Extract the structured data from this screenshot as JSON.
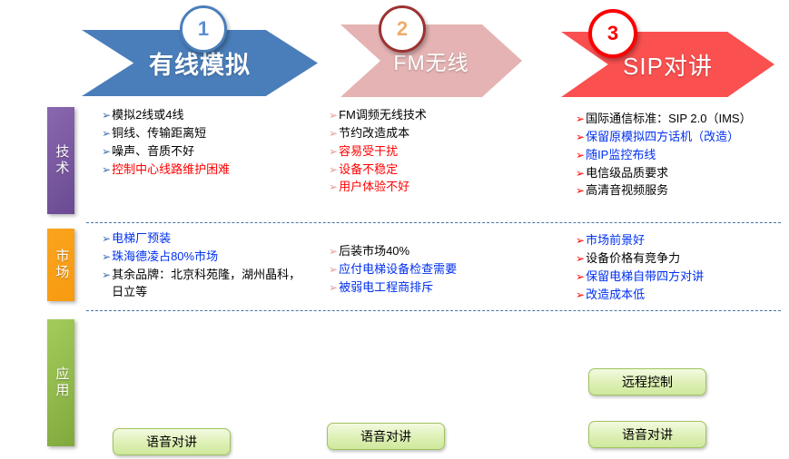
{
  "columns": [
    {
      "number": "1",
      "title": "有线模拟",
      "technology": [
        {
          "text": "模拟2线或4线",
          "color": "black"
        },
        {
          "text": "铜线、传输距离短",
          "color": "black"
        },
        {
          "text": "噪声、音质不好",
          "color": "black"
        },
        {
          "text": "控制中心线路维护困难",
          "color": "red"
        }
      ],
      "market": [
        {
          "text": "电梯厂预装",
          "color": "blue"
        },
        {
          "text": "珠海德凌占80%市场",
          "color": "blue"
        },
        {
          "text": "其余品牌：北京科苑隆，湖州晶科，日立等",
          "color": "black"
        }
      ],
      "applications": [
        "语音对讲"
      ]
    },
    {
      "number": "2",
      "title": "FM无线",
      "technology": [
        {
          "text": "FM调频无线技术",
          "color": "black"
        },
        {
          "text": "节约改造成本",
          "color": "black"
        },
        {
          "text": "容易受干扰",
          "color": "red"
        },
        {
          "text": "设备不稳定",
          "color": "red"
        },
        {
          "text": "用户体验不好",
          "color": "red"
        }
      ],
      "market": [
        {
          "text": "后装市场40%",
          "color": "black"
        },
        {
          "text": "应付电梯设备检查需要",
          "color": "blue"
        },
        {
          "text": "被弱电工程商排斥",
          "color": "blue"
        }
      ],
      "applications": [
        "语音对讲"
      ]
    },
    {
      "number": "3",
      "title": "SIP对讲",
      "technology": [
        {
          "text": "国际通信标准：SIP 2.0（IMS）",
          "color": "black"
        },
        {
          "text": "保留原模拟四方话机（改造）",
          "color": "blue"
        },
        {
          "text": "随IP监控布线",
          "color": "blue"
        },
        {
          "text": "电信级品质要求",
          "color": "black"
        },
        {
          "text": "高清音视频服务",
          "color": "black"
        }
      ],
      "market": [
        {
          "text": "市场前景好",
          "color": "blue"
        },
        {
          "text": "设备价格有竞争力",
          "color": "black"
        },
        {
          "text": "保留电梯自带四方对讲",
          "color": "blue"
        },
        {
          "text": "改造成本低",
          "color": "blue"
        }
      ],
      "applications": [
        "远程控制",
        "语音对讲"
      ]
    }
  ],
  "side_labels": {
    "technology": "技术",
    "market": "市场",
    "application": "应用"
  },
  "bullet_glyph": "➢",
  "colors": {
    "arrow_1": "#4a7ebb",
    "arrow_2": "#e5b3b3",
    "arrow_3": "#fa5050",
    "side_technology": "#6a4a92",
    "side_market": "#fba41e",
    "side_application": "#8fbc45",
    "divider": "#4472a8",
    "button_fill": "#ddf0b5",
    "text_red": "#ff0000",
    "text_blue": "#0030f0"
  }
}
